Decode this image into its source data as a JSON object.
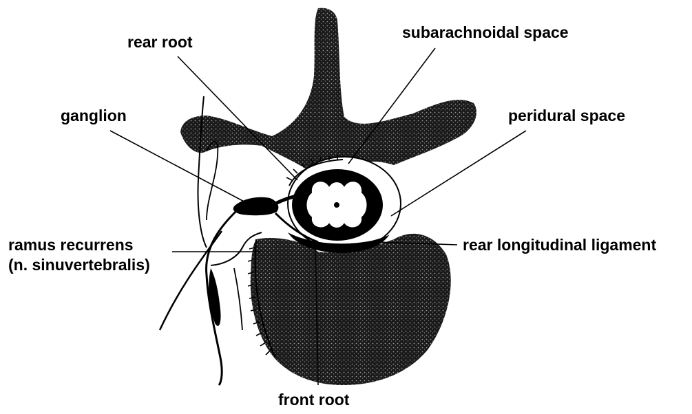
{
  "diagram": {
    "labels": {
      "rear_root": "rear root",
      "subarachnoidal_space": "subarachnoidal space",
      "ganglion": "ganglion",
      "peridural_space": "peridural space",
      "ramus_recurrens_line1": "ramus recurrens",
      "ramus_recurrens_line2": "(n. sinuvertebralis)",
      "rear_longitudinal_ligament": "rear longitudinal ligament",
      "front_root": "front root"
    },
    "colors": {
      "ink": "#000000",
      "bone_texture": "#2a2a2a",
      "background": "#ffffff"
    }
  }
}
